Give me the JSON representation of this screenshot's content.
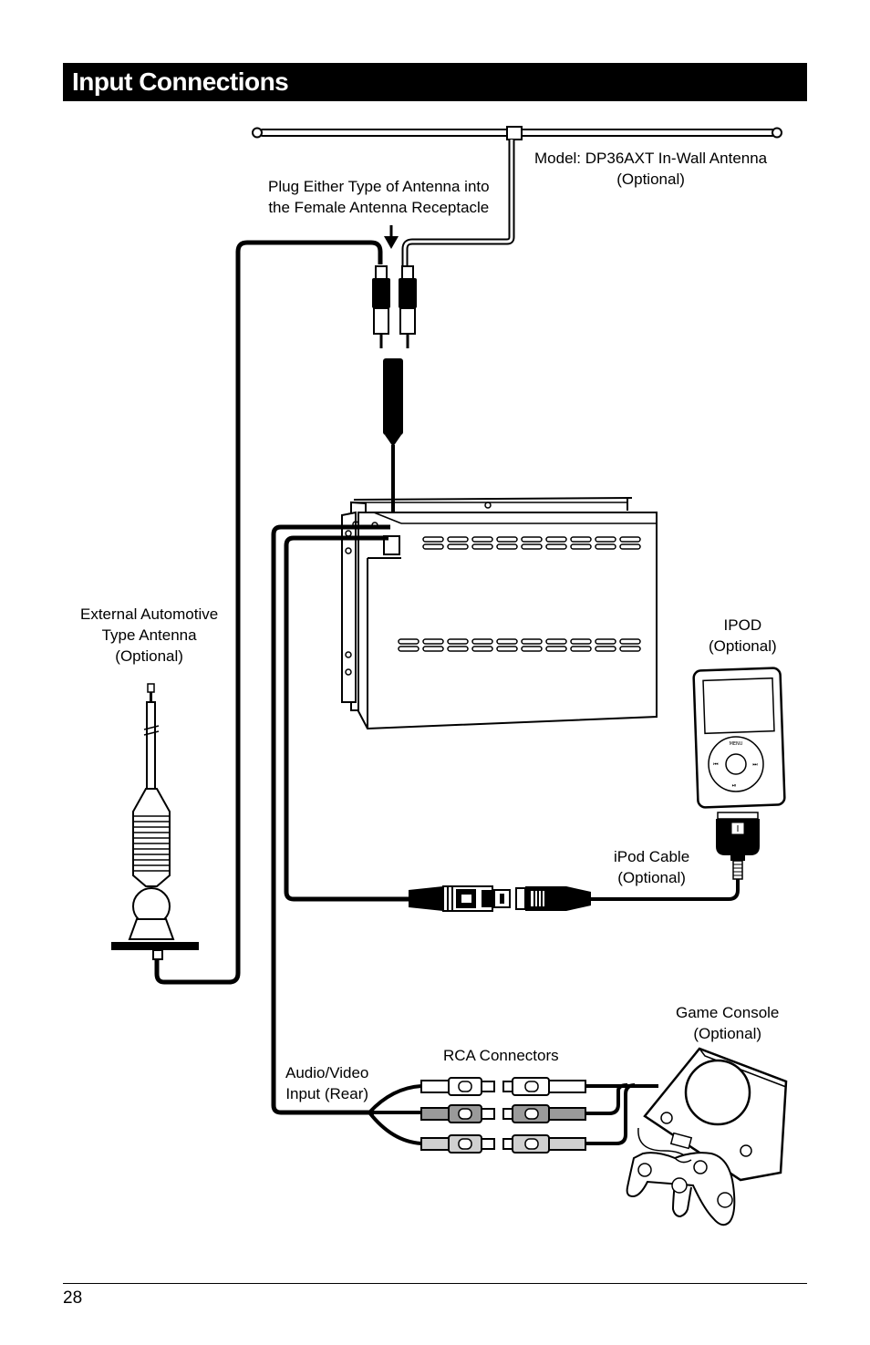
{
  "header": {
    "title": "Input Connections"
  },
  "labels": {
    "in_wall_antenna_line1": "Model: DP36AXT In-Wall Antenna",
    "in_wall_antenna_line2": "(Optional)",
    "plug_line1": "Plug Either Type of Antenna into",
    "plug_line2": "the Female Antenna Receptacle",
    "external_line1": "External Automotive",
    "external_line2": "Type Antenna",
    "external_line3": "(Optional)",
    "ipod_line1": "IPOD",
    "ipod_line2": "(Optional)",
    "ipod_cable_line1": "iPod Cable",
    "ipod_cable_line2": "(Optional)",
    "game_console_line1": "Game Console",
    "game_console_line2": "(Optional)",
    "rca_connectors": "RCA Connectors",
    "av_input_line1": "Audio/Video",
    "av_input_line2": "Input (Rear)"
  },
  "footer": {
    "page_number": "28"
  }
}
